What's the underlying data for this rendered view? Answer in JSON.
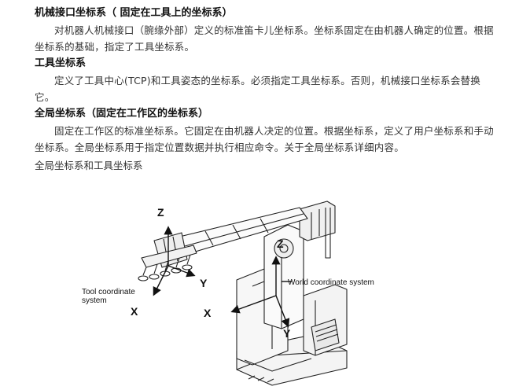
{
  "sections": [
    {
      "heading": "机械接口坐标系（ 固定在工具上的坐标系）",
      "text": "对机器人机械接口（腕缘外部）定义的标准笛卡儿坐标系。坐标系固定在由机器人确定的位置。根据坐标系的基础，指定了工具坐标系。"
    },
    {
      "heading": "工具坐标系",
      "text": "定义了工具中心(TCP)和工具姿态的坐标系。必须指定工具坐标系。否则，机械接口坐标系会替换它。"
    },
    {
      "heading": "全局坐标系（固定在工作区的坐标系）",
      "text": "固定在工作区的标准坐标系。它固定在由机器人决定的位置。根据坐标系，定义了用户坐标系和手动坐标系。全局坐标系用于指定位置数据并执行相应命令。关于全局坐标系详细内容。"
    }
  ],
  "figure": {
    "caption": "全局坐标系和工具坐标系",
    "labels": {
      "tool_z": "Z",
      "tool_y": "Y",
      "tool_x": "X",
      "world_z": "Z",
      "world_x": "X",
      "world_y": "Y",
      "tool_cs_line1": "Tool coordinate",
      "tool_cs_line2": "system",
      "world_cs": "World coordinate system"
    }
  }
}
